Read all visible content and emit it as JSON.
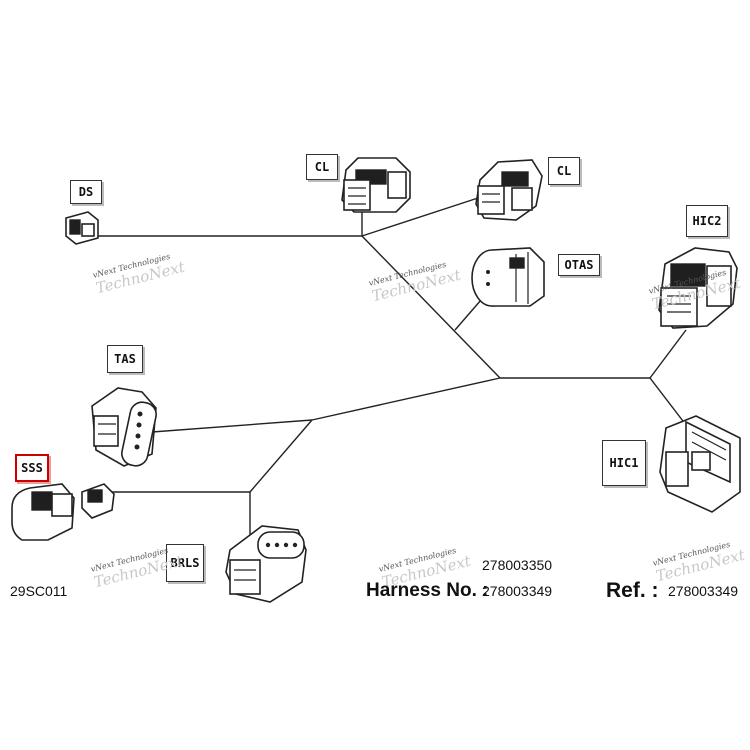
{
  "labels": {
    "ds": "DS",
    "cl_left": "CL",
    "cl_right": "CL",
    "hic2": "HIC2",
    "otas": "OTAS",
    "tas": "TAS",
    "sss": "SSS",
    "hic1": "HIC1",
    "brls": "BRLS"
  },
  "watermark": {
    "small": "vNext Technologies",
    "big": "TechnoNext"
  },
  "footer": {
    "model": "29SC011",
    "harness_label": "Harness No. :",
    "harness_number_top": "278003350",
    "harness_number": "278003349",
    "ref_label": "Ref. :",
    "ref_number": "278003349"
  },
  "colors": {
    "highlight": "#cc0000",
    "wire": "#222222"
  }
}
